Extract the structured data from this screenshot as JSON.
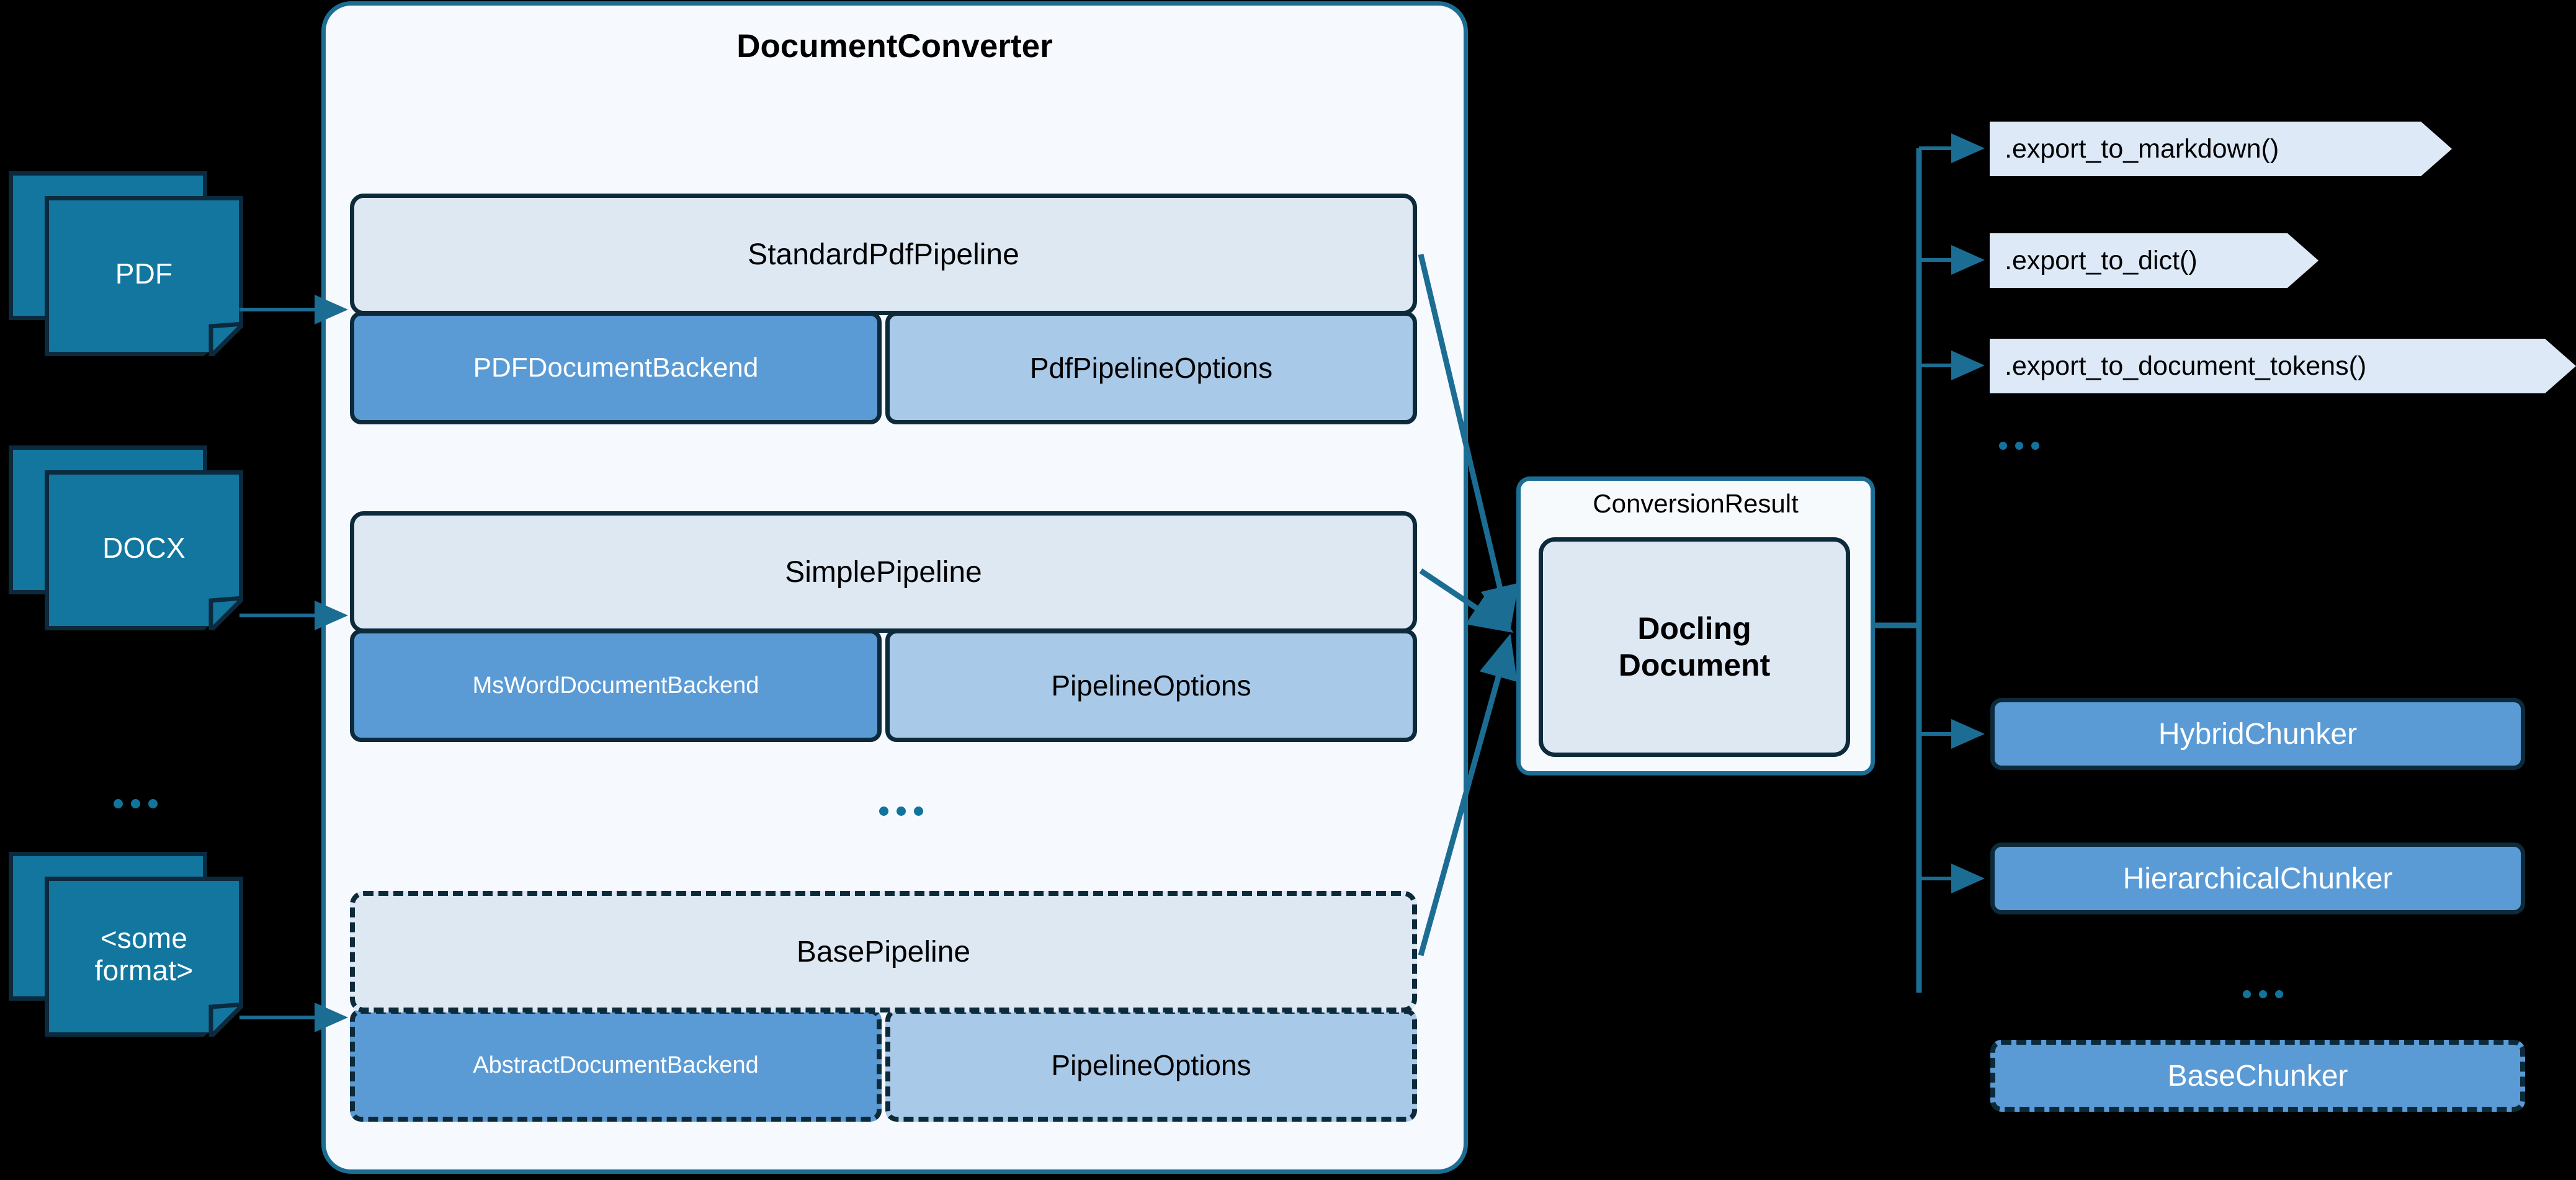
{
  "diagram": {
    "title": "Docling architecture",
    "colors": {
      "background": "#000000",
      "file_icon_fill": "#12769f",
      "file_icon_stroke": "#0b2a3d",
      "container_fill": "#f6f9fd",
      "container_stroke": "#1c6d94",
      "pipeline_fill": "#dde8f3",
      "pipeline_stroke": "#0d2a3b",
      "backend_fill": "#5b9bd5",
      "options_fill": "#a9c9e8",
      "export_fill": "#dde9f7",
      "chunker_fill": "#5b9bd5",
      "wire": "#1c6d94",
      "dots": "#11749c"
    }
  },
  "inputs": {
    "files": [
      {
        "label": "PDF",
        "name": "pdf"
      },
      {
        "label": "DOCX",
        "name": "docx"
      },
      {
        "label": "<some\nformat>",
        "name": "some-format"
      }
    ],
    "ellipsis": "..."
  },
  "converter": {
    "title": "DocumentConverter",
    "ellipsis": "...",
    "pipelines": [
      {
        "name": "standard-pdf-pipeline",
        "head": "StandardPdfPipeline",
        "backend": "PDFDocumentBackend",
        "options": "PdfPipelineOptions",
        "style": "solid"
      },
      {
        "name": "simple-pipeline",
        "head": "SimplePipeline",
        "backend": "MsWordDocumentBackend",
        "options": "PipelineOptions",
        "style": "solid"
      },
      {
        "name": "base-pipeline",
        "head": "BasePipeline",
        "backend": "AbstractDocumentBackend",
        "options": "PipelineOptions",
        "style": "dashed"
      }
    ]
  },
  "result": {
    "title": "ConversionResult",
    "document": "Docling\nDocument"
  },
  "exports": {
    "items": [
      {
        "label": ".export_to_markdown()",
        "name": "export-to-markdown"
      },
      {
        "label": ".export_to_dict()",
        "name": "export-to-dict"
      },
      {
        "label": ".export_to_document_tokens()",
        "name": "export-to-document-tokens"
      }
    ],
    "ellipsis": "..."
  },
  "chunkers": {
    "items": [
      {
        "label": "HybridChunker",
        "name": "hybrid-chunker",
        "style": "solid"
      },
      {
        "label": "HierarchicalChunker",
        "name": "hierarchical-chunker",
        "style": "solid"
      },
      {
        "label": "BaseChunker",
        "name": "base-chunker",
        "style": "dashed"
      }
    ],
    "ellipsis": "..."
  }
}
